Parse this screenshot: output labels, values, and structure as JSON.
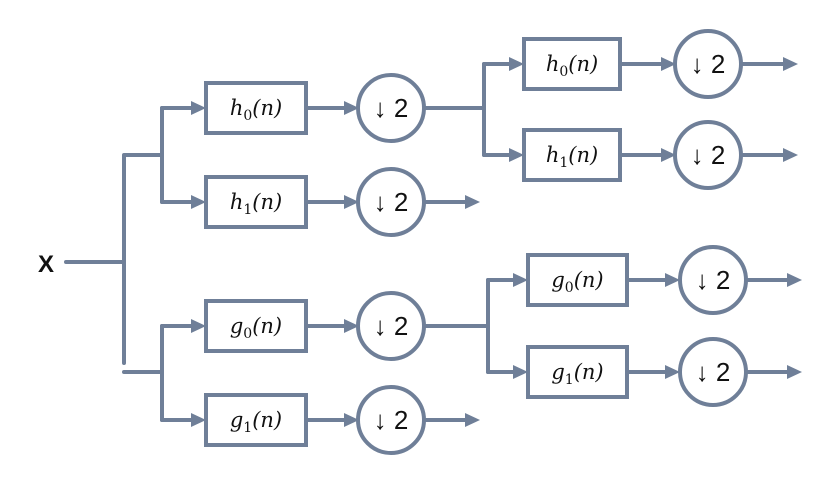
{
  "input_label": "X",
  "downsample_label": "↓ 2",
  "filters": {
    "h0": {
      "base": "h",
      "sub": "0",
      "arg": "(n)"
    },
    "h1": {
      "base": "h",
      "sub": "1",
      "arg": "(n)"
    },
    "g0": {
      "base": "g",
      "sub": "0",
      "arg": "(n)"
    },
    "g1": {
      "base": "g",
      "sub": "1",
      "arg": "(n)"
    }
  },
  "colors": {
    "line": "#6f7f98",
    "text": "#111111",
    "background": "#ffffff"
  }
}
